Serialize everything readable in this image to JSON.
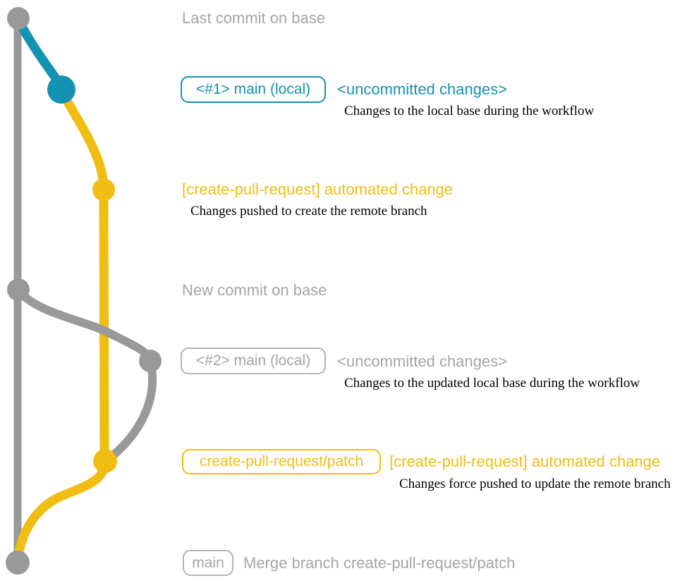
{
  "colors": {
    "gray_graph": "#999999",
    "gray_text": "#a5a5a5",
    "teal": "#1492b2",
    "yellow": "#f0bd13",
    "caption": "#000000"
  },
  "annotations": {
    "top": {
      "label": "Last commit on base"
    },
    "commit1": {
      "badge": "<#1> main (local)",
      "heading": "<uncommitted changes>",
      "caption": "Changes to the local base during the workflow"
    },
    "commit2": {
      "heading": "[create-pull-request] automated change",
      "caption": "Changes pushed to create the remote branch"
    },
    "new_base": {
      "label": "New commit on base"
    },
    "commit3": {
      "badge": "<#2> main (local)",
      "heading": "<uncommitted changes>",
      "caption": "Changes to the updated local base during the workflow"
    },
    "commit4": {
      "badge": "create-pull-request/patch",
      "heading": "[create-pull-request] automated change",
      "caption": "Changes force pushed to update the remote branch"
    },
    "merge": {
      "badge": "main",
      "label": "Merge branch create-pull-request/patch"
    }
  }
}
